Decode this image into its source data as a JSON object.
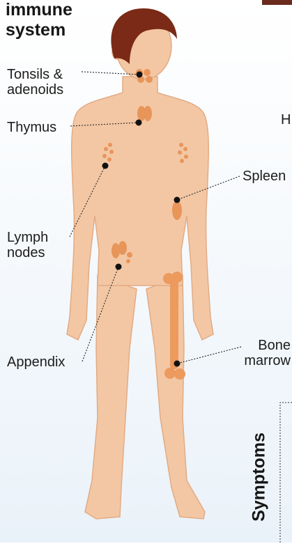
{
  "title": {
    "line1": "immune",
    "line2": "system"
  },
  "labels": {
    "tonsils_line1": "Tonsils &",
    "tonsils_line2": "adenoids",
    "thymus": "Thymus",
    "spleen": "Spleen",
    "lymph_line1": "Lymph",
    "lymph_line2": "nodes",
    "appendix": "Appendix",
    "bone_line1": "Bone",
    "bone_line2": "marrow",
    "cut_h": "H"
  },
  "side_heading": "Symptoms",
  "colors": {
    "background": "#eef4f9",
    "skin": "#f3c7a4",
    "skin_edge": "#e2ab84",
    "hair": "#7a2a16",
    "organ": "#e8955a",
    "bone": "#ec9a5d",
    "dot": "#111111",
    "line": "#333333"
  }
}
